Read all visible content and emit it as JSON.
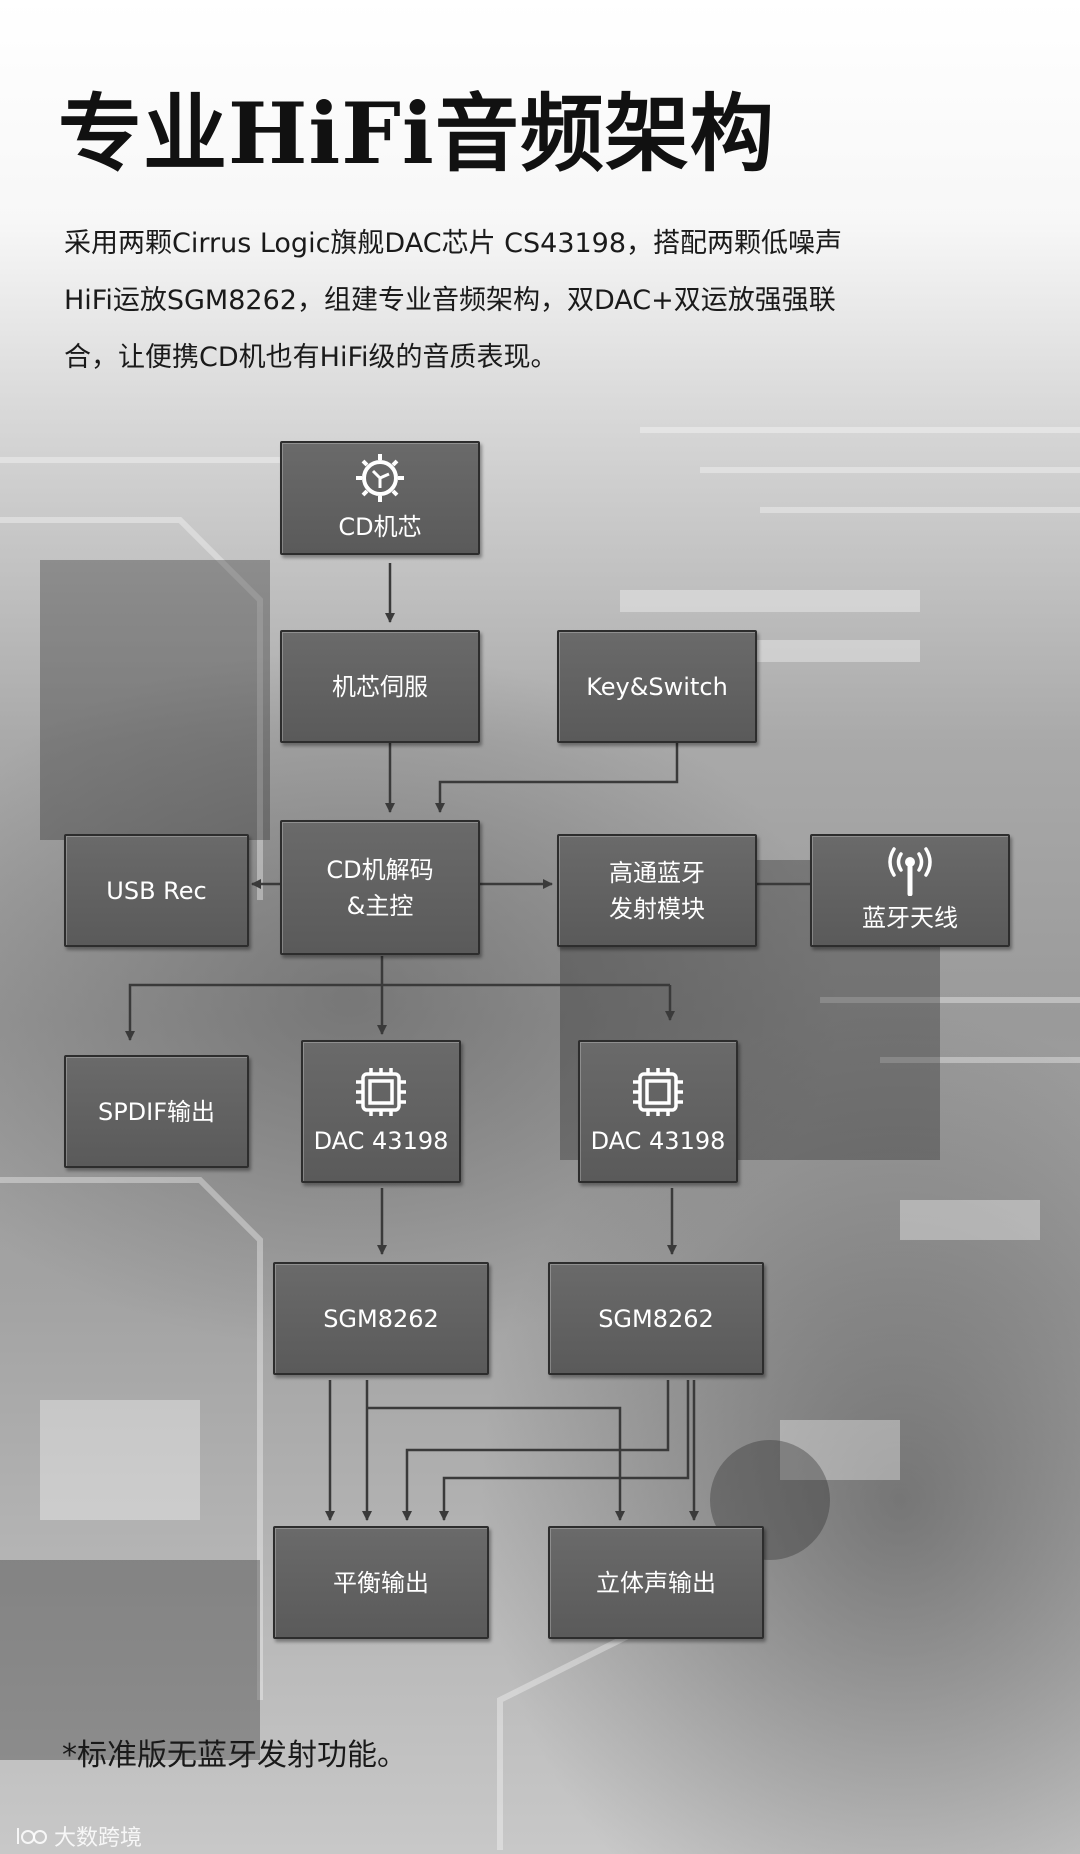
{
  "heading": "专业HiFi音频架构",
  "intro_lines": [
    "采用两颗Cirrus Logic旗舰DAC芯片 CS43198，搭配两颗低噪声",
    "HiFi运放SGM8262，组建专业音频架构，双DAC+双运放强强联",
    "合，让便携CD机也有HiFi级的音质表现。"
  ],
  "diagram": {
    "cd_core": {
      "label": "CD机芯",
      "icon": "cd-mechanism-gear-icon"
    },
    "servo": {
      "label": "机芯伺服"
    },
    "key_switch": {
      "label": "Key&Switch"
    },
    "decoder": {
      "line1": "CD机解码",
      "line2": "&主控"
    },
    "usb_rec": {
      "label": "USB Rec"
    },
    "bt_module": {
      "line1": "高通蓝牙",
      "line2": "发射模块"
    },
    "bt_antenna": {
      "label": "蓝牙天线",
      "icon": "antenna-icon"
    },
    "spdif": {
      "label": "SPDIF输出"
    },
    "dac_left": {
      "label": "DAC 43198",
      "icon": "chip-icon"
    },
    "dac_right": {
      "label": "DAC 43198",
      "icon": "chip-icon"
    },
    "opamp_left": {
      "label": "SGM8262"
    },
    "opamp_right": {
      "label": "SGM8262"
    },
    "balanced_out": {
      "label": "平衡输出"
    },
    "stereo_out": {
      "label": "立体声输出"
    }
  },
  "footnote": "*标准版无蓝牙发射功能。",
  "watermark": "大数跨境",
  "colors": {
    "box_fill": "#5f5f5f",
    "box_border": "#2d2d2d",
    "wire": "#3a3a3a",
    "text_dark": "#111111"
  }
}
